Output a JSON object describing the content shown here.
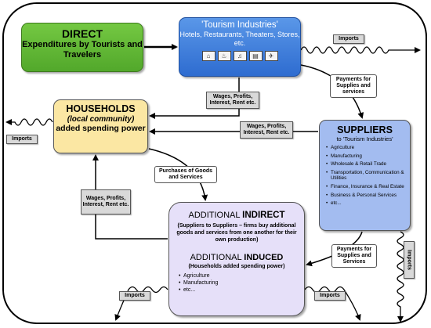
{
  "direct": {
    "title": "DIRECT",
    "subtitle": "Expenditures by Tourists and Travelers"
  },
  "tourism": {
    "title": "'Tourism Industries'",
    "subtitle": "Hotels, Restaurants, Theaters, Stores, etc.",
    "icons": [
      "hotel-icon",
      "restaurant-icon",
      "theater-icon",
      "store-icon",
      "transport-icon"
    ]
  },
  "households": {
    "title": "HOUSEHOLDS",
    "subtitle": "(local community)",
    "body": "added spending power"
  },
  "suppliers": {
    "title": "SUPPLIERS",
    "subtitle": "to 'Tourism Industries'",
    "items": [
      "Agriculture",
      "Manufacturing",
      "Wholesale & Retail Trade",
      "Transportation, Communication & Utilities",
      "Finance, Insurance & Real Estate",
      "Business & Personal Services",
      "etc..."
    ]
  },
  "additional": {
    "indirect_prefix": "ADDITIONAL ",
    "indirect_word": "INDIRECT",
    "indirect_desc": "(Suppliers to Suppliers – firms buy additional goods and services from one another for their own production)",
    "induced_prefix": "ADDITIONAL ",
    "induced_word": "INDUCED",
    "induced_desc": "(Households added spending power)",
    "items": [
      "Agriculture",
      "Manufacturing",
      "etc..."
    ]
  },
  "flows": {
    "imports": "Imports",
    "wages_tourism": "Wages, Profits, Interest, Rent etc.",
    "wages_suppliers": "Wages, Profits, Interest, Rent etc.",
    "wages_additional": "Wages, Profits, Interest, Rent etc.",
    "payments_tourism": "Payments for Supplies and services",
    "payments_suppliers": "Payments for Supplies and Services",
    "purchases": "Purchases of Goods and Services"
  }
}
